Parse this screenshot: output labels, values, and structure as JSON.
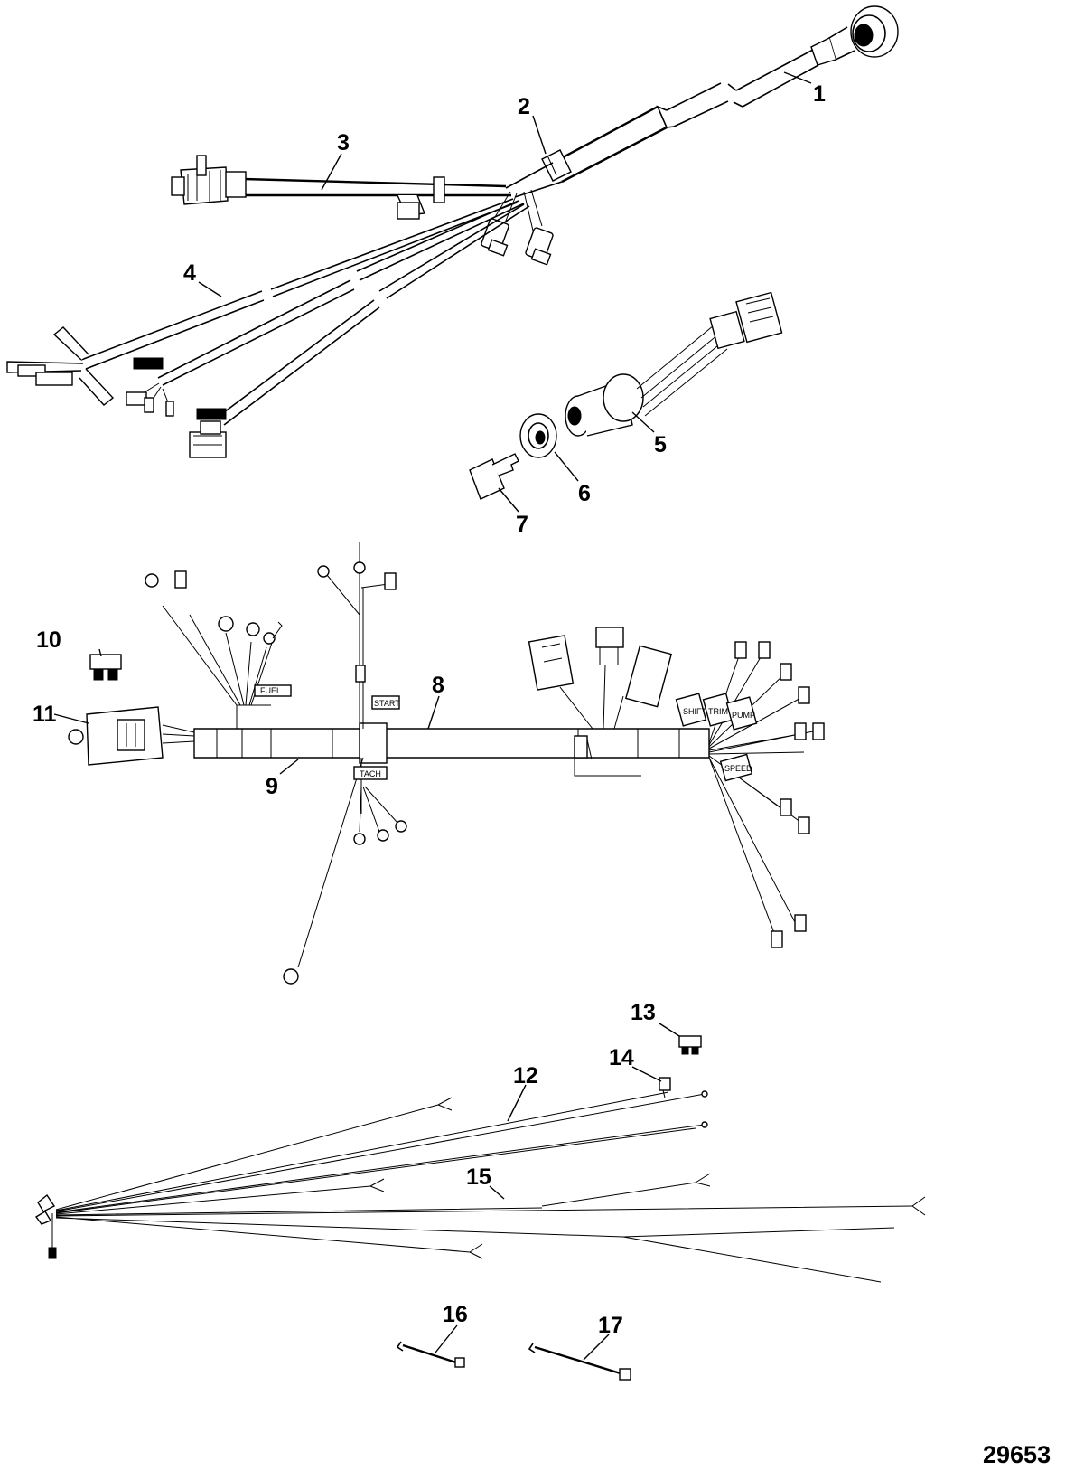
{
  "callouts": [
    "1",
    "2",
    "3",
    "4",
    "5",
    "6",
    "7",
    "8",
    "9",
    "10",
    "11",
    "12",
    "13",
    "14",
    "15",
    "16",
    "17"
  ],
  "harness_tags": {
    "fuel": "FUEL",
    "starter": "START",
    "tach": "TACH",
    "shift": "SHIFT",
    "trim": "TRIM",
    "pump": "PUMP",
    "sensor": "SPEED"
  },
  "figure_id": "29653"
}
